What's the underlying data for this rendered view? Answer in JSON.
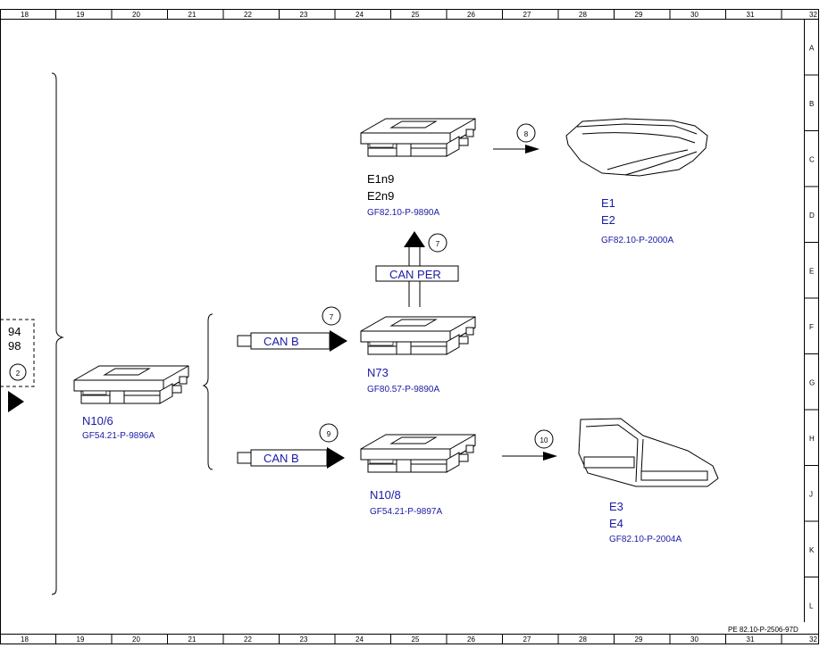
{
  "grid": {
    "columns": [
      "18",
      "19",
      "20",
      "21",
      "22",
      "23",
      "24",
      "25",
      "26",
      "27",
      "28",
      "29",
      "30",
      "31",
      "32"
    ],
    "rows": [
      "A",
      "B",
      "C",
      "D",
      "E",
      "F",
      "G",
      "H",
      "J",
      "K",
      "L"
    ]
  },
  "page_ref": "PE 82.10-P-2506-97D",
  "offpage": {
    "line1": "94",
    "line2": "98",
    "circle": "2"
  },
  "components": {
    "n10_6": {
      "name": "N10/6",
      "doc": "GF54.21-P-9896A"
    },
    "n73": {
      "name": "N73",
      "doc": "GF80.57-P-9890A"
    },
    "e1n9": {
      "name1": "E1n9",
      "name2": "E2n9",
      "doc": "GF82.10-P-9890A"
    },
    "n10_8": {
      "name": "N10/8",
      "doc": "GF54.21-P-9897A"
    },
    "headlamp": {
      "name1": "E1",
      "name2": "E2",
      "doc": "GF82.10-P-2000A"
    },
    "taillamp": {
      "name1": "E3",
      "name2": "E4",
      "doc": "GF82.10-P-2004A"
    }
  },
  "buses": {
    "can_b_upper": "CAN B",
    "can_b_lower": "CAN B",
    "can_per": "CAN PER"
  },
  "markers": {
    "m7_upper": "7",
    "m7_can_per": "7",
    "m8": "8",
    "m9": "9",
    "m10": "10"
  }
}
